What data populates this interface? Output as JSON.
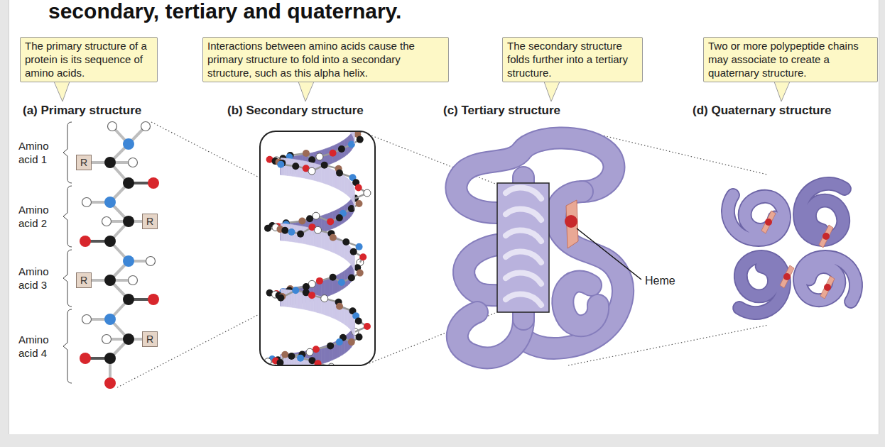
{
  "diagram": {
    "title": "secondary, tertiary and quaternary.",
    "nodes": [
      {
        "text": [
          "The primary structure of a protein is its sequence of amino acids."
        ]
      },
      {
        "text": [
          "Interactions between amino acids cause the primary structure to fold into a secondary structure, such as this alpha helix."
        ]
      },
      {
        "text": [
          "The secondary structure folds further into a tertiary structure."
        ]
      },
      {
        "text": [
          "Two or more polypeptide chains may associate to create a quaternary structure."
        ]
      },
      {
        "text": [
          "R"
        ]
      },
      {
        "text": [
          "R"
        ]
      },
      {
        "text": [
          "R"
        ]
      },
      {
        "text": [
          "R"
        ]
      }
    ],
    "labels": [
      "(a) Primary structure",
      "(b) Secondary structure",
      "(c) Tertiary structure",
      "(d) Quaternary structure",
      "Amino acid 1",
      "Amino acid 2",
      "Amino acid 3",
      "Amino acid 4",
      "Heme"
    ]
  }
}
